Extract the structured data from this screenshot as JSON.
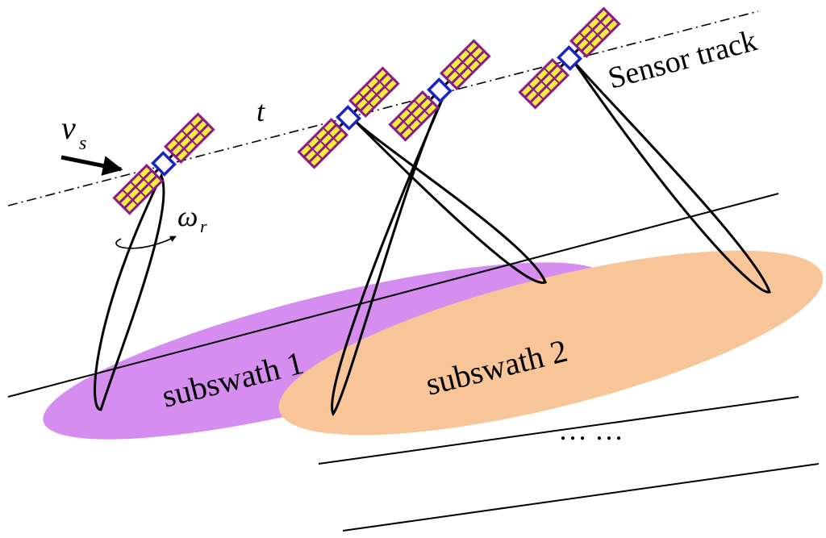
{
  "labels": {
    "sensor_track": "Sensor track",
    "time": "t",
    "velocity": "v",
    "velocity_sub": "s",
    "rotation": "ω",
    "rotation_sub": "r",
    "subswath_1": "subswath 1",
    "subswath_2": "subswath 2",
    "ellipsis": "… …"
  },
  "colors": {
    "subswath_1": "#d58ef0",
    "subswath_2": "#f8c598",
    "panel_fill": "#f5ef3a",
    "panel_frame": "#8b1a8c",
    "satellite_body": "#1a22c8",
    "line": "#000000"
  },
  "icons": [
    "satellite-icon",
    "velocity-arrow-icon",
    "rotation-arrow-icon"
  ]
}
